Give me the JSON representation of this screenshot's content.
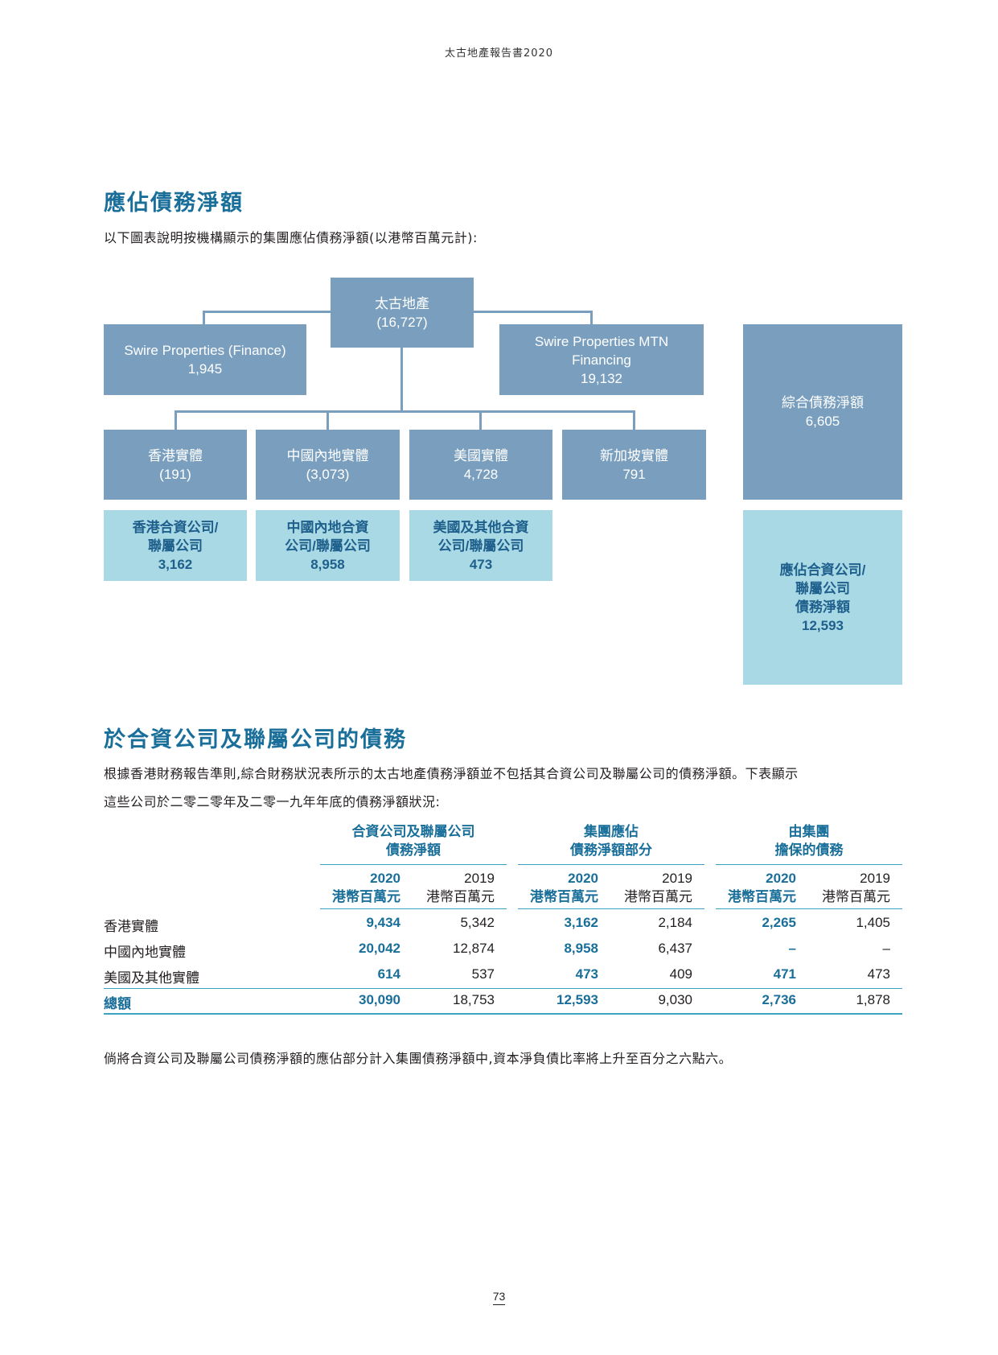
{
  "running_head": "太古地產報告書2020",
  "section1": {
    "title": "應佔債務淨額",
    "intro": "以下圖表說明按機構顯示的集團應佔債務淨額(以港幣百萬元計):"
  },
  "chart": {
    "top": {
      "name": "太古地產",
      "value": "(16,727)"
    },
    "finance": {
      "name": "Swire Properties (Finance)",
      "value": "1,945"
    },
    "mtn": {
      "name_line1": "Swire Properties MTN",
      "name_line2": "Financing",
      "value": "19,132"
    },
    "consolidated": {
      "name": "綜合債務淨額",
      "value": "6,605"
    },
    "entities": [
      {
        "name": "香港實體",
        "value": "(191)"
      },
      {
        "name": "中國內地實體",
        "value": "(3,073)"
      },
      {
        "name": "美國實體",
        "value": "4,728"
      },
      {
        "name": "新加坡實體",
        "value": "791"
      }
    ],
    "jv": [
      {
        "line1": "香港合資公司/",
        "line2": "聯屬公司",
        "value": "3,162"
      },
      {
        "line1": "中國內地合資",
        "line2": "公司/聯屬公司",
        "value": "8,958"
      },
      {
        "line1": "美國及其他合資",
        "line2": "公司/聯屬公司",
        "value": "473"
      }
    ],
    "attributable": {
      "line1": "應佔合資公司/",
      "line2": "聯屬公司",
      "line3": "債務淨額",
      "value": "12,593"
    }
  },
  "section2": {
    "title": "於合資公司及聯屬公司的債務",
    "para_line1": "根據香港財務報告準則,綜合財務狀況表所示的太古地產債務淨額並不包括其合資公司及聯屬公司的債務淨額。下表顯示",
    "para_line2": "這些公司於二零二零年及二零一九年年底的債務淨額狀況:"
  },
  "table": {
    "groups": [
      {
        "line1": "合資公司及聯屬公司",
        "line2": "債務淨額"
      },
      {
        "line1": "集團應佔",
        "line2": "債務淨額部分"
      },
      {
        "line1": "由集團",
        "line2": "擔保的債務"
      }
    ],
    "year_current": "2020",
    "year_prior": "2019",
    "unit": "港幣百萬元",
    "rows": [
      {
        "label": "香港實體",
        "v": [
          "9,434",
          "5,342",
          "3,162",
          "2,184",
          "2,265",
          "1,405"
        ]
      },
      {
        "label": "中國內地實體",
        "v": [
          "20,042",
          "12,874",
          "8,958",
          "6,437",
          "–",
          "–"
        ]
      },
      {
        "label": "美國及其他實體",
        "v": [
          "614",
          "537",
          "473",
          "409",
          "471",
          "473"
        ]
      }
    ],
    "total": {
      "label": "總額",
      "v": [
        "30,090",
        "18,753",
        "12,593",
        "9,030",
        "2,736",
        "1,878"
      ]
    }
  },
  "footnote": "倘將合資公司及聯屬公司債務淨額的應佔部分計入集團債務淨額中,資本淨負債比率將上升至百分之六點六。",
  "page_number": "73"
}
